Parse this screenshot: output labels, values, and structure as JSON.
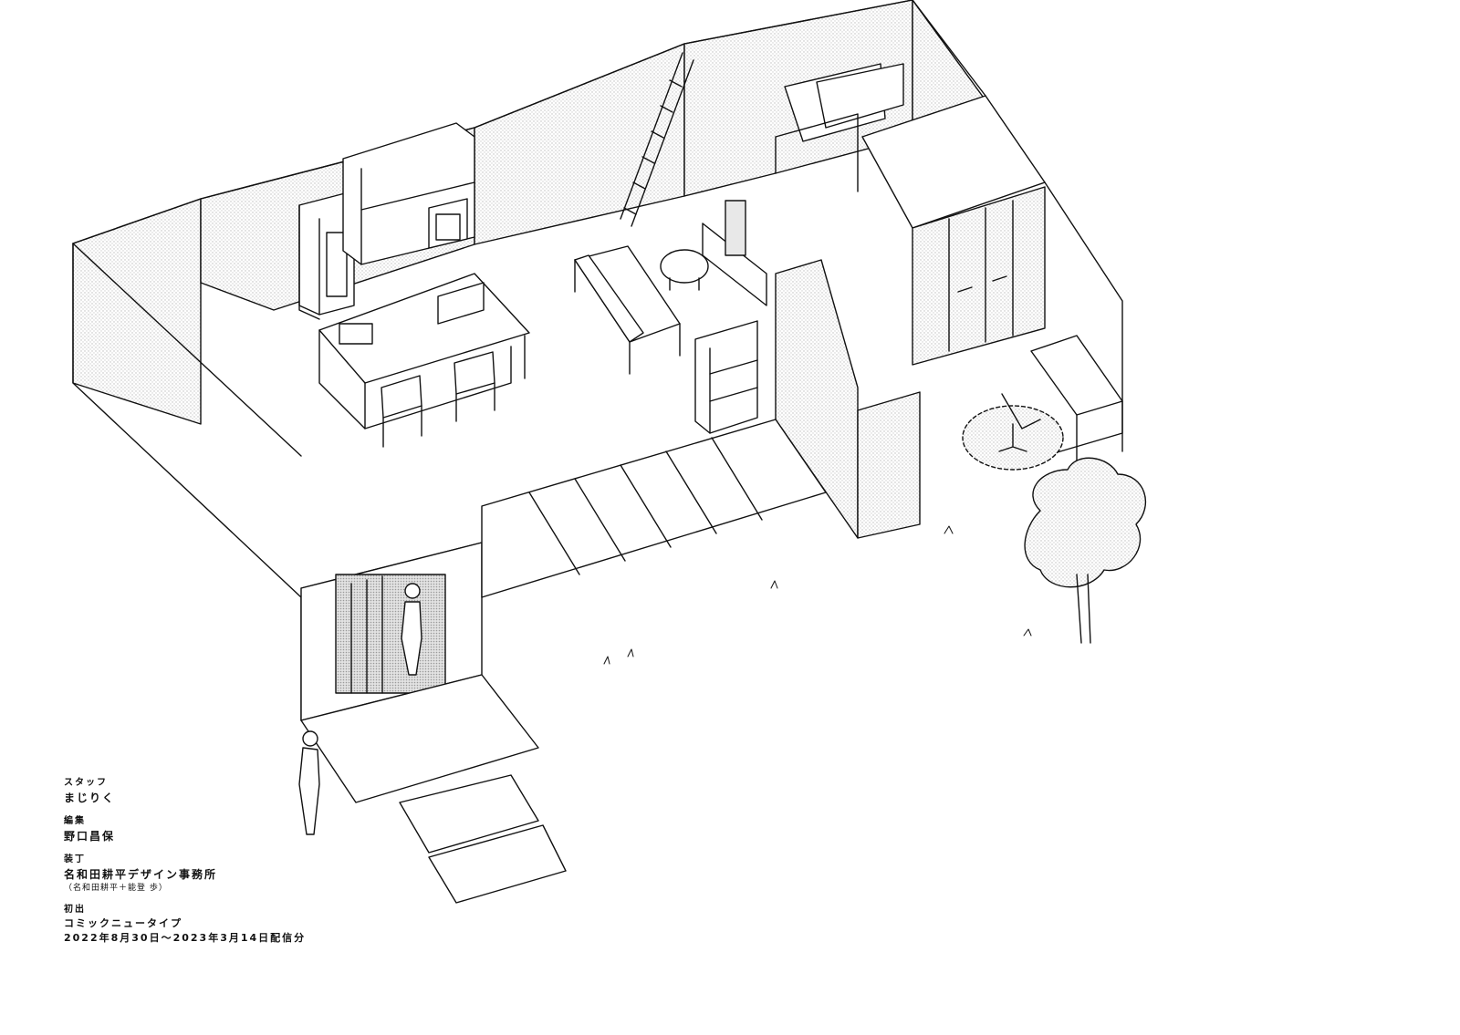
{
  "credits": {
    "staff_label": "スタッフ",
    "staff_value": "まじりく",
    "editor_label": "編集",
    "editor_value": "野口昌保",
    "design_label": "装丁",
    "design_value": "名和田耕平デザイン事務所",
    "design_note": "（名和田耕平＋能登 歩）",
    "first_pub_label": "初出",
    "first_pub_value": "コミックニュータイプ",
    "first_pub_dates": "2022年8月30日〜2023年3月14日配信分"
  }
}
